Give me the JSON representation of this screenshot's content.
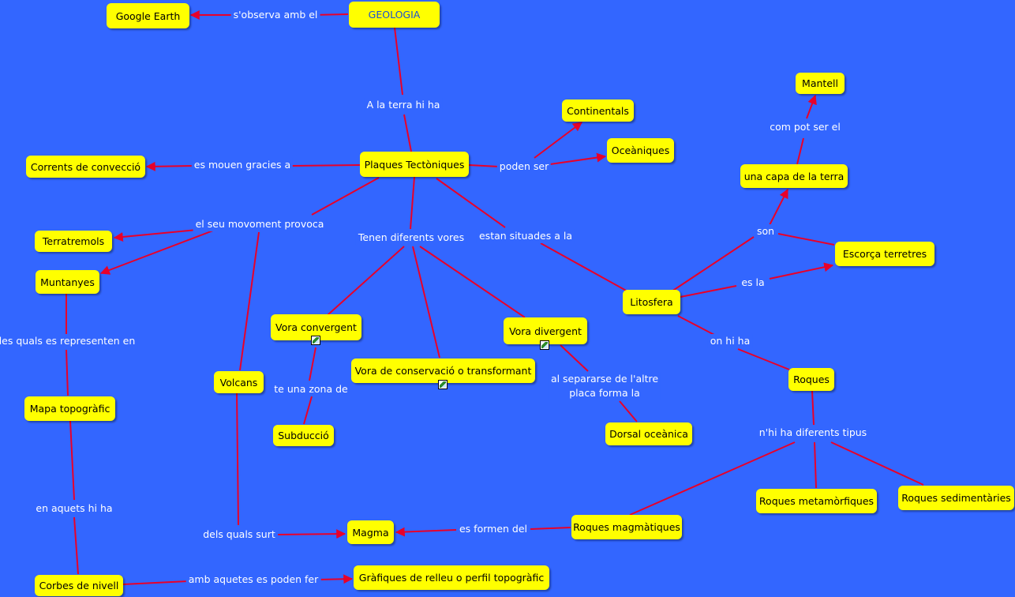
{
  "colors": {
    "background": "#3366ff",
    "node": "#ffff00",
    "link": "#e8002a",
    "link_text": "#ffffff"
  },
  "nodes": {
    "geologia": "GEOLOGIA",
    "google_earth": "Google Earth",
    "plaques": "Plaques Tectòniques",
    "corrents": "Corrents de convecció",
    "continentals": "Continentals",
    "oceaniques": "Oceàniques",
    "mantell": "Mantell",
    "capa": "una capa de la terra",
    "escorca": "Escorça terretres",
    "terratremols": "Terratremols",
    "muntanyes": "Muntanyes",
    "vora_convergent": "Vora convergent",
    "vora_divergent": "Vora divergent",
    "vora_conservacio": "Vora de conservació o transformant",
    "litosfera": "Litosfera",
    "volcans": "Volcans",
    "mapa": "Mapa topogràfic",
    "subduccio": "Subducció",
    "dorsal": "Dorsal oceànica",
    "roques": "Roques",
    "roques_metamorfiques": "Roques metamòrfiques",
    "roques_sedimentaries": "Roques sedimentàries",
    "roques_magmatiques": "Roques magmàtiques",
    "magma": "Magma",
    "corbes": "Corbes de nivell",
    "grafiques": "Gràfiques de relleu o perfil topogràfic"
  },
  "links": {
    "observa": "s'observa amb el",
    "terra_hi_ha": "A la terra hi ha",
    "mouen": "es mouen gracies a",
    "poden_ser": "poden ser",
    "com_pot": "com pot ser el",
    "moviment": "el seu movoment provoca",
    "vores": "Tenen diferents vores",
    "situades": "estan situades a la",
    "son": "son",
    "es_la": "es la",
    "on_hi_ha": "on hi ha",
    "representen": "les quals es representen en",
    "zona": "te una zona de",
    "separarse_1": "al separarse de l'altre",
    "separarse_2": "placa forma la",
    "tipus": "n'hi ha diferents tipus",
    "aquets": "en aquets hi ha",
    "surt": "dels quals surt",
    "formen": "es formen del",
    "fer": "amb aquetes es poden fer"
  }
}
